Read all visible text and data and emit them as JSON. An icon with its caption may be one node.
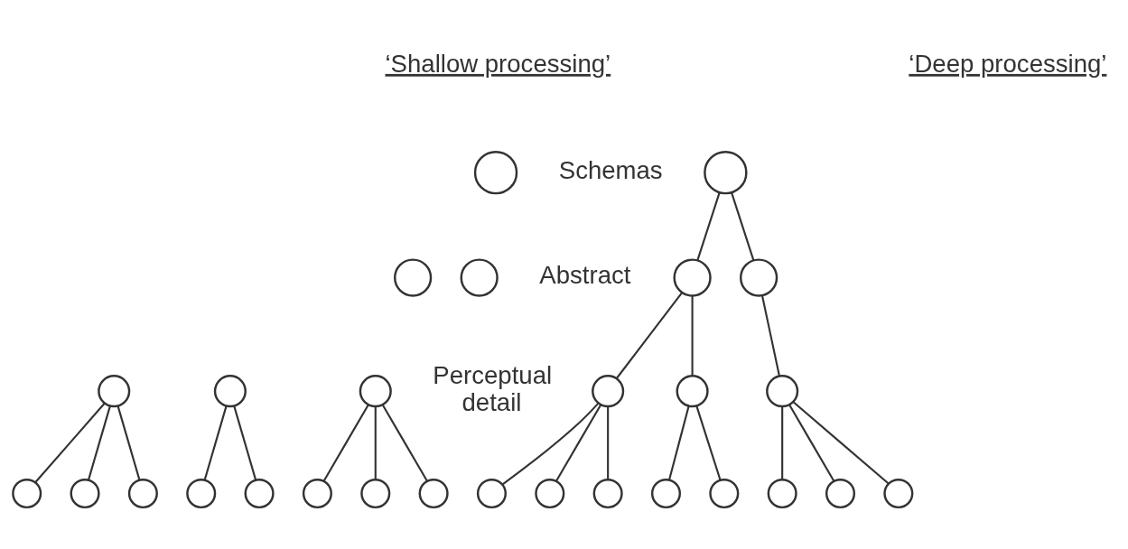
{
  "diagram": {
    "nodes": [
      {
        "text": [],
        "shape": "circle"
      },
      {
        "text": [],
        "shape": "circle"
      },
      {
        "text": [],
        "shape": "circle"
      },
      {
        "text": [],
        "shape": "circle"
      },
      {
        "text": [],
        "shape": "circle"
      },
      {
        "text": [],
        "shape": "circle"
      },
      {
        "text": [],
        "shape": "circle"
      },
      {
        "text": [],
        "shape": "circle"
      },
      {
        "text": [],
        "shape": "circle"
      },
      {
        "text": [],
        "shape": "circle"
      },
      {
        "text": [],
        "shape": "circle"
      },
      {
        "text": [],
        "shape": "circle"
      },
      {
        "text": [],
        "shape": "circle"
      },
      {
        "text": [],
        "shape": "circle"
      },
      {
        "text": [],
        "shape": "circle"
      },
      {
        "text": [],
        "shape": "circle"
      },
      {
        "text": [],
        "shape": "circle"
      },
      {
        "text": [],
        "shape": "circle"
      },
      {
        "text": [],
        "shape": "circle"
      },
      {
        "text": [],
        "shape": "circle"
      },
      {
        "text": [],
        "shape": "circle"
      },
      {
        "text": [],
        "shape": "circle"
      },
      {
        "text": [],
        "shape": "circle"
      },
      {
        "text": [],
        "shape": "circle"
      },
      {
        "text": [],
        "shape": "circle"
      },
      {
        "text": [],
        "shape": "circle"
      },
      {
        "text": [],
        "shape": "circle"
      },
      {
        "text": [],
        "shape": "circle"
      }
    ],
    "edges": [
      {
        "from": 1,
        "to": 4,
        "arrow": "none"
      },
      {
        "from": 1,
        "to": 5,
        "arrow": "none"
      },
      {
        "from": 4,
        "to": 9,
        "arrow": "none"
      },
      {
        "from": 4,
        "to": 10,
        "arrow": "none"
      },
      {
        "from": 5,
        "to": 11,
        "arrow": "none"
      },
      {
        "from": 6,
        "to": 12,
        "arrow": "none"
      },
      {
        "from": 6,
        "to": 13,
        "arrow": "none"
      },
      {
        "from": 6,
        "to": 14,
        "arrow": "none"
      },
      {
        "from": 7,
        "to": 15,
        "arrow": "none"
      },
      {
        "from": 7,
        "to": 16,
        "arrow": "none"
      },
      {
        "from": 8,
        "to": 17,
        "arrow": "none"
      },
      {
        "from": 8,
        "to": 18,
        "arrow": "none"
      },
      {
        "from": 8,
        "to": 19,
        "arrow": "none"
      },
      {
        "from": 9,
        "to": 20,
        "arrow": "none"
      },
      {
        "from": 9,
        "to": 21,
        "arrow": "none"
      },
      {
        "from": 9,
        "to": 22,
        "arrow": "none"
      },
      {
        "from": 10,
        "to": 23,
        "arrow": "none"
      },
      {
        "from": 10,
        "to": 24,
        "arrow": "none"
      },
      {
        "from": 11,
        "to": 25,
        "arrow": "none"
      },
      {
        "from": 11,
        "to": 26,
        "arrow": "none"
      },
      {
        "from": 11,
        "to": 27,
        "arrow": "none"
      }
    ],
    "labels": [
      "‘Shallow processing’",
      "‘Deep processing’",
      "Schemas",
      "Abstract",
      "Perceptual detail"
    ]
  }
}
